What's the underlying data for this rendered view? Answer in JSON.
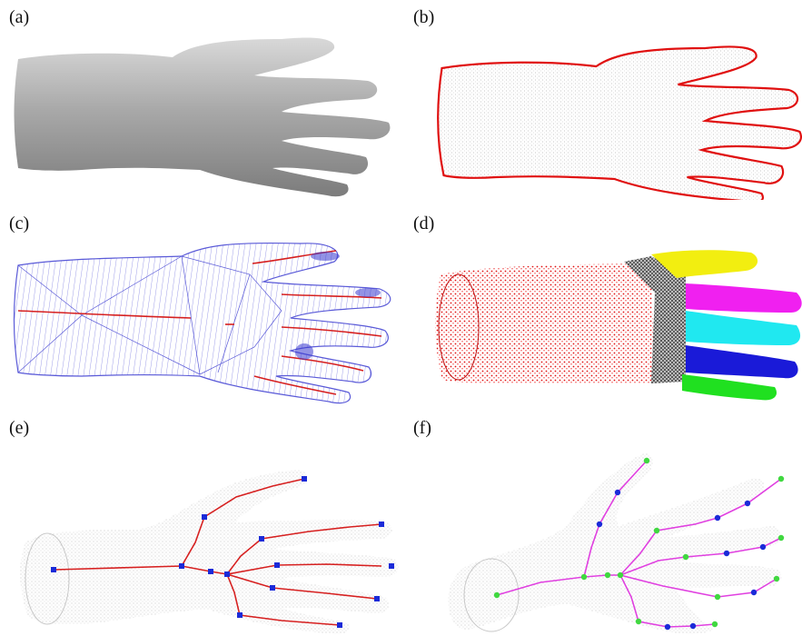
{
  "panels": [
    {
      "label": "(a)"
    },
    {
      "label": "(b)"
    },
    {
      "label": "(c)"
    },
    {
      "label": "(d)"
    },
    {
      "label": "(e)"
    },
    {
      "label": "(f)"
    }
  ],
  "colors": {
    "mesh_gray": "#9a9a9a",
    "outline_red": "#e01010",
    "triangulation_blue": "#5a5ad8",
    "skeleton_red": "#d62020",
    "joint_blue": "#1a2ad8",
    "skeleton_magenta": "#e040e0",
    "joint_green": "#40d840",
    "seg_red": "#e01010",
    "seg_black": "#111111",
    "seg_yellow": "#f2ee10",
    "seg_magenta": "#f020f0",
    "seg_cyan": "#20e8f0",
    "seg_blue": "#1a1ad8",
    "seg_green": "#20e020"
  }
}
